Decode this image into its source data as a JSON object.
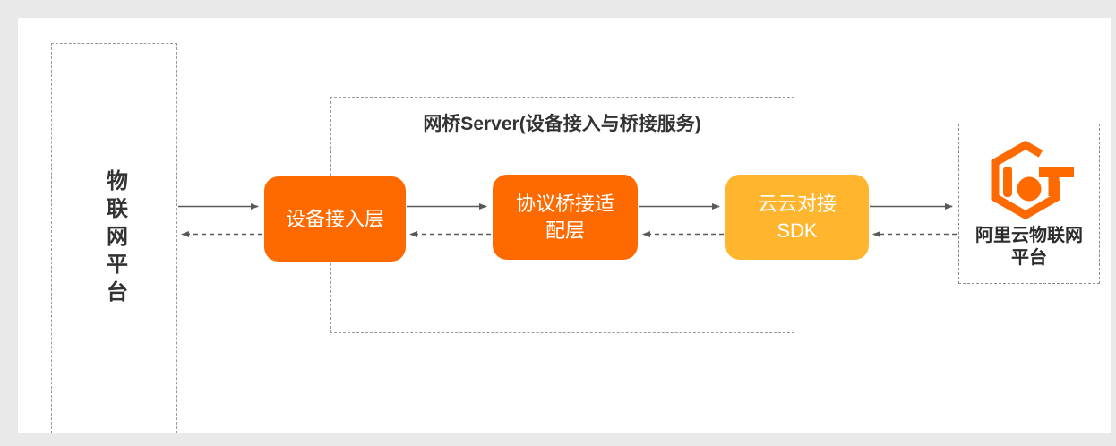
{
  "left_platform": {
    "label": "物联网平台"
  },
  "bridge_server": {
    "title": "网桥Server(设备接入与桥接服务)"
  },
  "nodes": [
    {
      "id": "device-access-layer",
      "label": "设备接入层",
      "color": "#FF6A00"
    },
    {
      "id": "protocol-bridge-adapter-layer",
      "label": "协议桥接适\n配层",
      "color": "#FF6A00"
    },
    {
      "id": "cloud-cloud-sdk",
      "label": "云云对接\nSDK",
      "color": "#FFB52E"
    }
  ],
  "aliyun_platform": {
    "label": "阿里云物联网\n平台",
    "logo_icon": "aliyun-iot-logo",
    "logo_color": "#FF6A00"
  },
  "style_tokens": {
    "arrow_color": "#595959",
    "dashed_border_color": "#9a9a9a",
    "title_text_color": "#333333",
    "card_background": "#ffffff",
    "page_background": "#e9e9e9"
  }
}
